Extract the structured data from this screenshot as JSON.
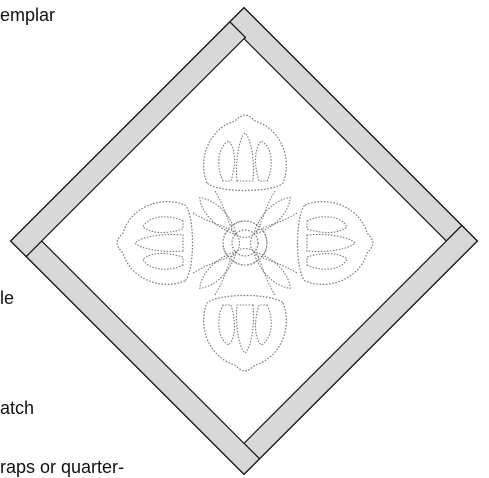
{
  "text_fragments": [
    "emplar",
    "le",
    "atch",
    "raps or quarter-"
  ],
  "colors": {
    "border_fill": "#d8d8d8",
    "outline": "#1a1a1a",
    "quilting_stitch": "#7a7a7a",
    "background": "#ffffff"
  },
  "figure": {
    "description_icon": "quilt-block-motif-icon"
  }
}
